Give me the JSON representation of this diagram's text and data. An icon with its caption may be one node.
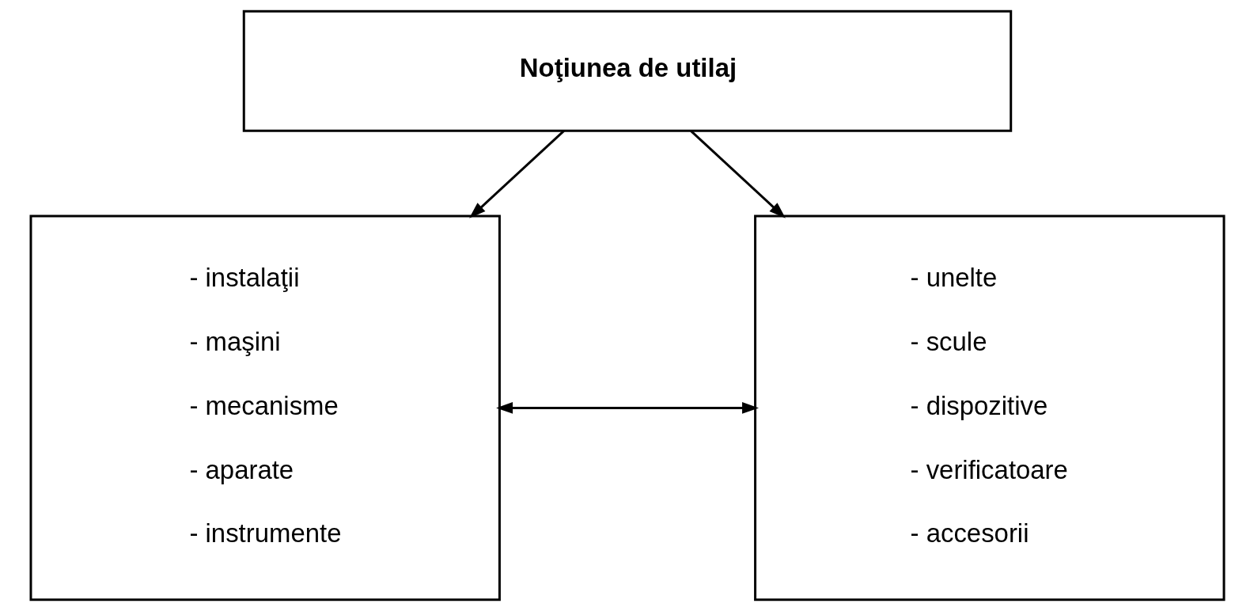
{
  "diagram": {
    "nodes": [
      {
        "text": [
          "Noţiunea de utilaj"
        ]
      },
      {
        "text": [
          "- instalaţii",
          "- maşini",
          "- mecanisme",
          "- aparate",
          "- instrumente"
        ]
      },
      {
        "text": [
          "- unelte",
          "- scule",
          "- dispozitive",
          "- verificatoare",
          "- accesorii"
        ]
      }
    ],
    "edges": [
      {
        "from": 0,
        "to": 1,
        "arrow": "to"
      },
      {
        "from": 0,
        "to": 2,
        "arrow": "to"
      },
      {
        "from": 1,
        "to": 2,
        "arrow": "both"
      }
    ]
  }
}
